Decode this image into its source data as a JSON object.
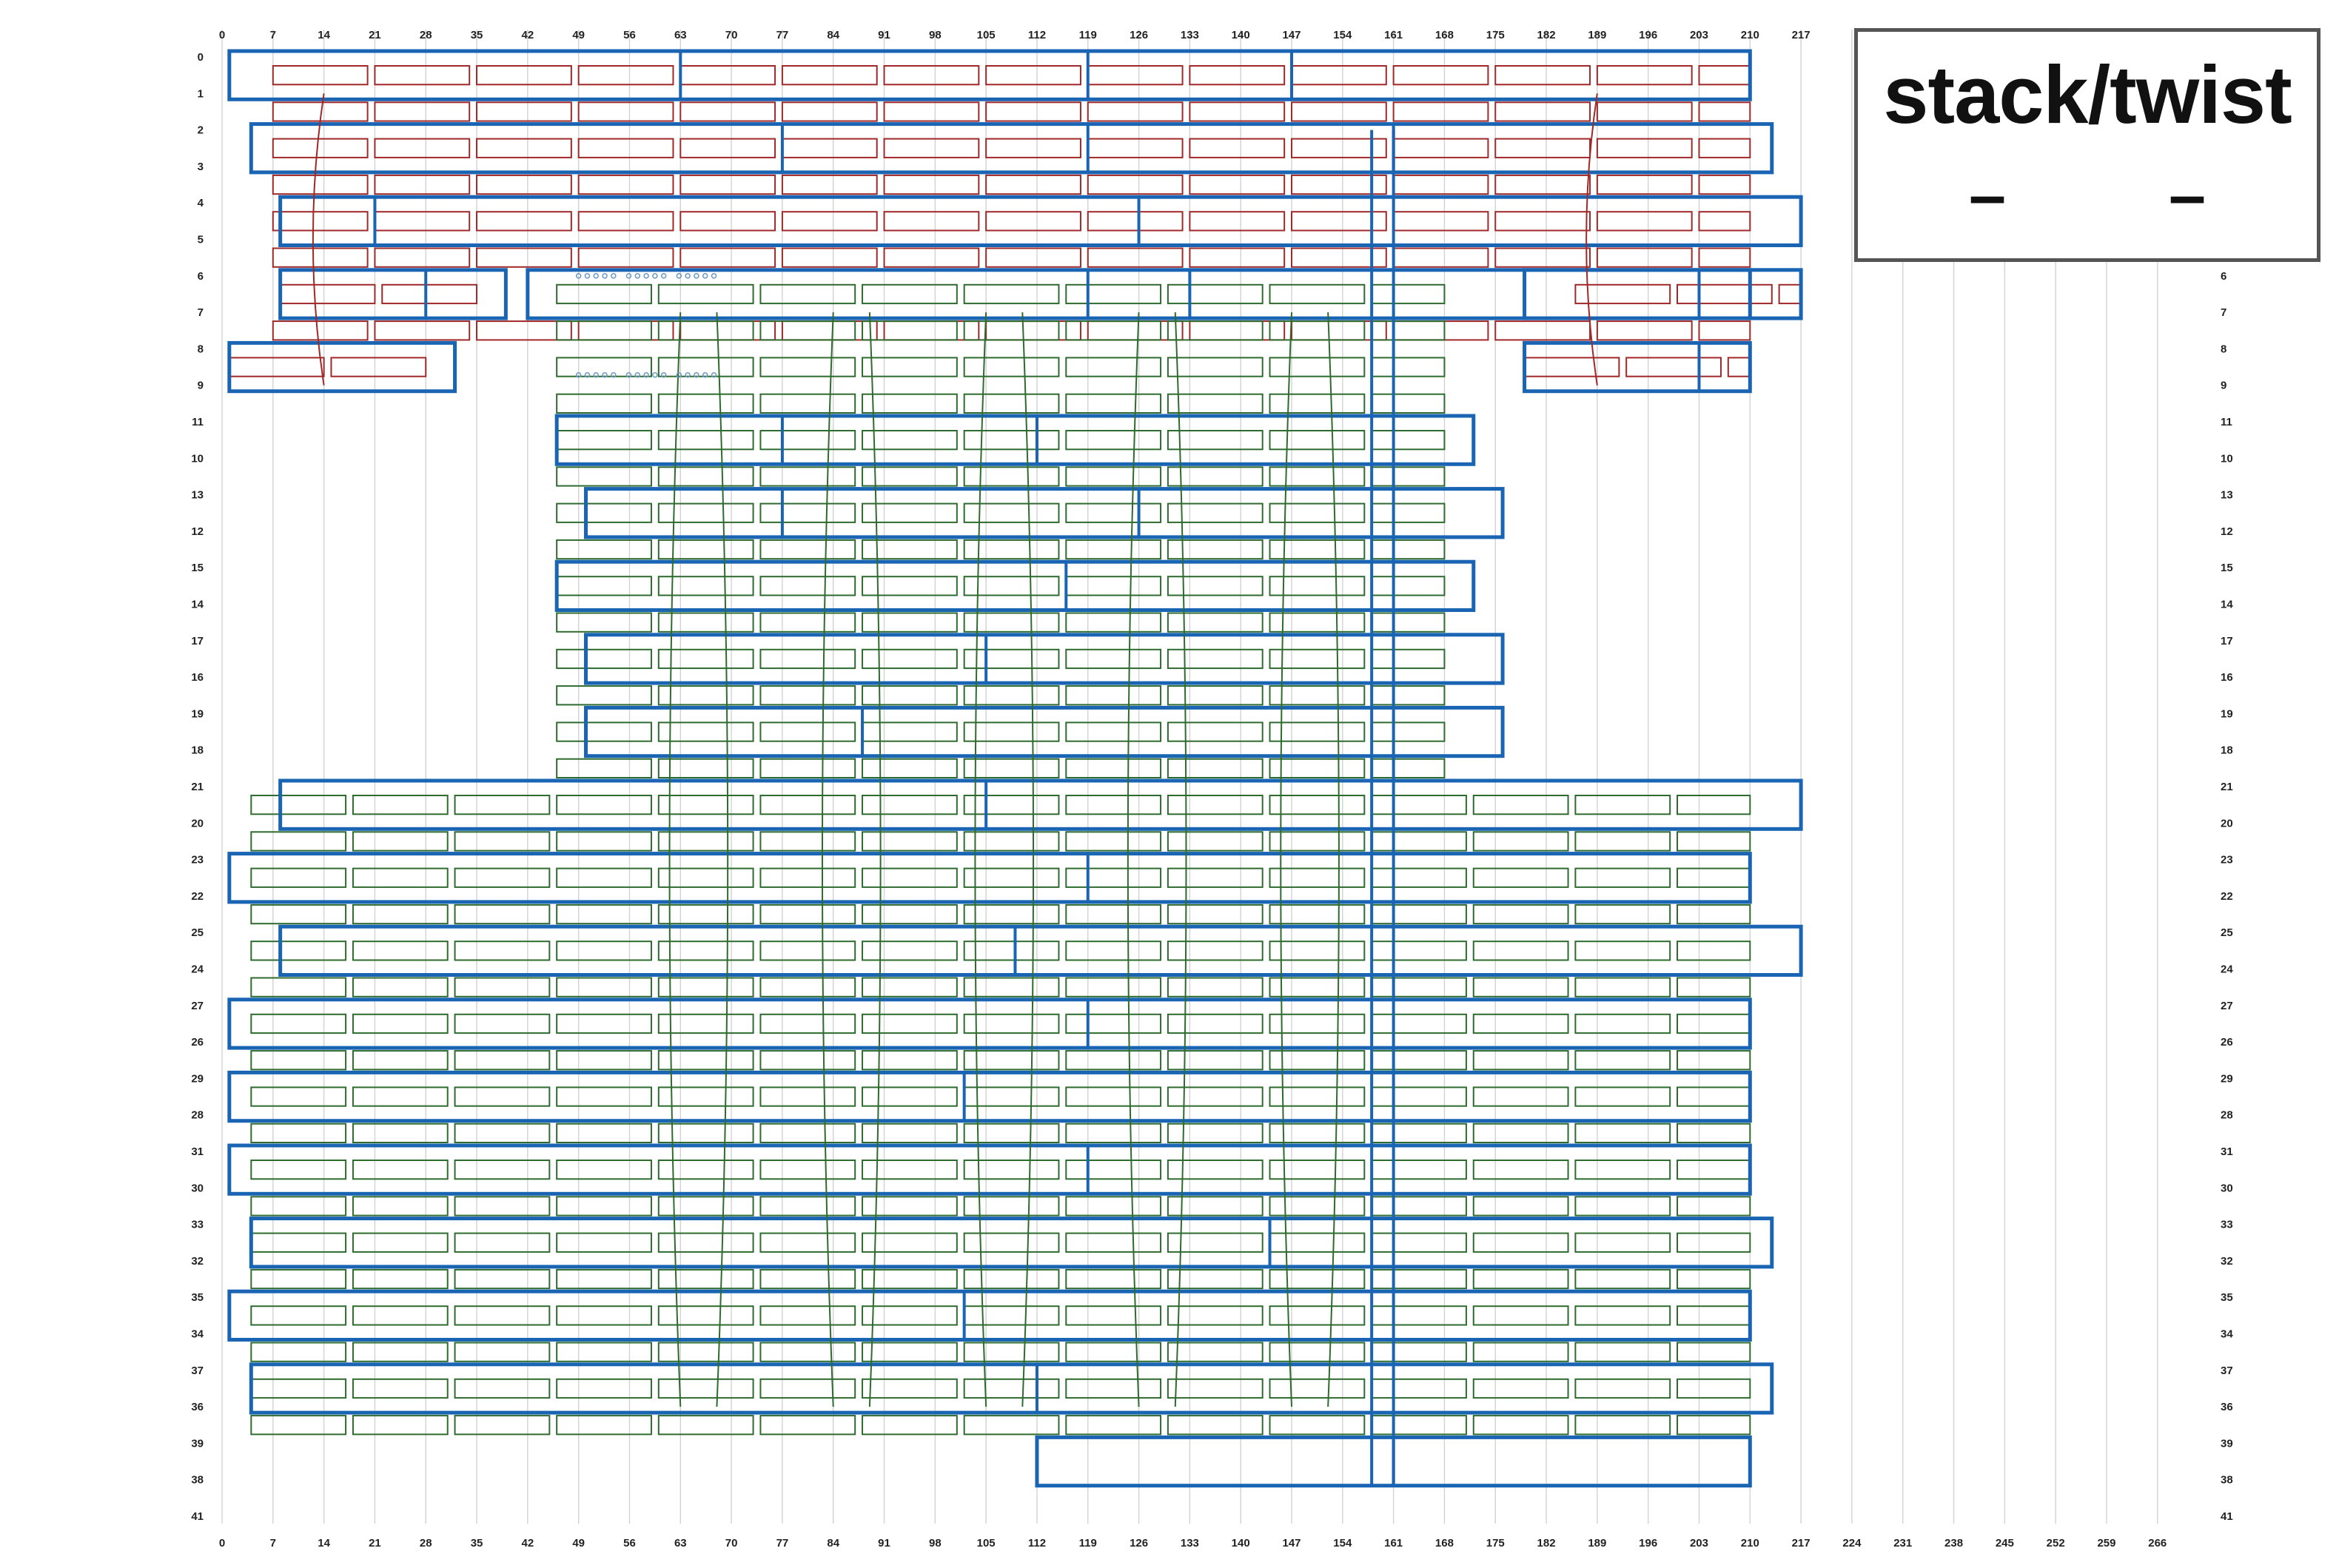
{
  "diagram": {
    "type": "cadnano-strand-map",
    "x_ticks": [
      "0",
      "7",
      "14",
      "21",
      "28",
      "35",
      "42",
      "49",
      "56",
      "63",
      "70",
      "77",
      "84",
      "91",
      "98",
      "105",
      "112",
      "119",
      "126",
      "133",
      "140",
      "147",
      "154",
      "161",
      "168",
      "175",
      "182",
      "189",
      "196",
      "203",
      "210",
      "217",
      "224",
      "231",
      "238",
      "245",
      "252",
      "259",
      "266"
    ],
    "row_labels": [
      "0",
      "1",
      "2",
      "3",
      "4",
      "5",
      "6",
      "7",
      "8",
      "9",
      "11",
      "10",
      "13",
      "12",
      "15",
      "14",
      "17",
      "16",
      "19",
      "18",
      "21",
      "20",
      "23",
      "22",
      "25",
      "24",
      "27",
      "26",
      "29",
      "28",
      "31",
      "30",
      "33",
      "32",
      "35",
      "34",
      "37",
      "36",
      "39",
      "38",
      "41"
    ],
    "colors": {
      "scaffold": "#1a64b4",
      "staple_top": "#a02828",
      "staple_body": "#2e6b2e",
      "grid": "#d2d2d2",
      "loop": "#6a9ac4"
    }
  },
  "legend": {
    "title": "stack/twist",
    "left_value": "–",
    "right_value": "–"
  }
}
